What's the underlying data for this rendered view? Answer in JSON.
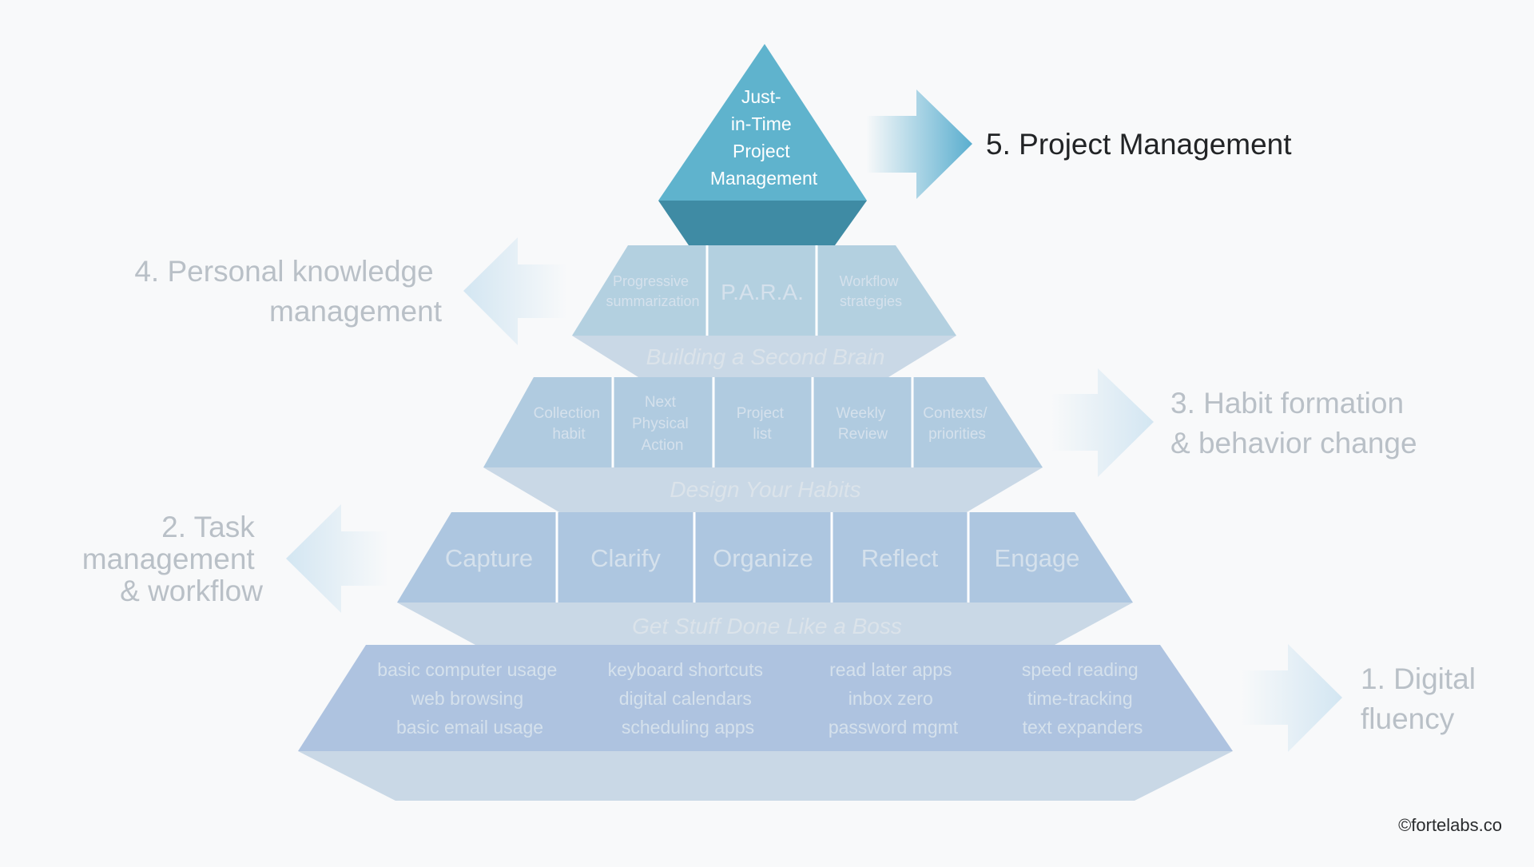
{
  "apex": {
    "lines": [
      "Just-",
      "in-Time",
      "Project",
      "Management"
    ],
    "label": "5. Project Management"
  },
  "tier4": {
    "cells": [
      [
        "Progressive",
        "summarization"
      ],
      [
        "P.A.R.A."
      ],
      [
        "Workflow",
        "strategies"
      ]
    ],
    "name": "Building a Second Brain",
    "label_lines": [
      "4. Personal knowledge",
      "management"
    ]
  },
  "tier3": {
    "cells": [
      [
        "Collection",
        "habit"
      ],
      [
        "Next",
        "Physical",
        "Action"
      ],
      [
        "Project",
        "list"
      ],
      [
        "Weekly",
        "Review"
      ],
      [
        "Contexts/",
        "priorities"
      ]
    ],
    "name": "Design Your Habits",
    "label_lines": [
      "3. Habit formation",
      "& behavior change"
    ]
  },
  "tier2": {
    "cells": [
      [
        "Capture"
      ],
      [
        "Clarify"
      ],
      [
        "Organize"
      ],
      [
        "Reflect"
      ],
      [
        "Engage"
      ]
    ],
    "name": "Get Stuff Done Like a Boss",
    "label_lines": [
      "2. Task",
      "management",
      "& workflow"
    ]
  },
  "tier1": {
    "columns": [
      [
        "basic computer usage",
        "web browsing",
        "basic email usage"
      ],
      [
        "keyboard shortcuts",
        "digital calendars",
        "scheduling apps"
      ],
      [
        "read later apps",
        "inbox zero",
        "password mgmt"
      ],
      [
        "speed reading",
        "time-tracking",
        "text expanders"
      ]
    ],
    "label_lines": [
      "1. Digital",
      "fluency"
    ]
  },
  "copyright": "©fortelabs.co",
  "colors": {
    "apex_front": "#5fb3cd",
    "apex_base": "#3f8ba4",
    "tier4": "#b3d0e0",
    "tier3": "#b0cbe0",
    "tier2": "#adc6e0",
    "tier1": "#aec3e0",
    "tier_bottom": "#c9d8e6",
    "arrow_dark": "#5aaecf",
    "arrow_light": "#d3e6f2"
  }
}
